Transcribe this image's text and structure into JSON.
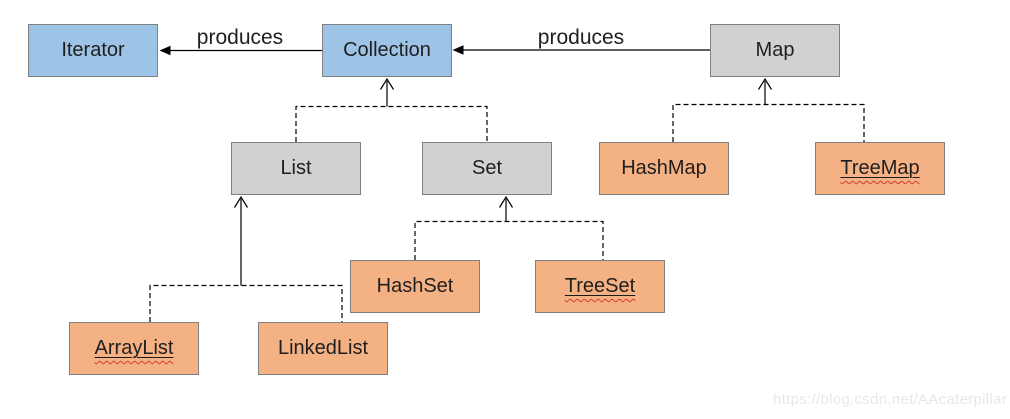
{
  "diagram": {
    "nodes": [
      {
        "id": "iterator",
        "label": "Iterator",
        "kind": "interface-blue",
        "underlined": false
      },
      {
        "id": "collection",
        "label": "Collection",
        "kind": "interface-blue",
        "underlined": false
      },
      {
        "id": "map",
        "label": "Map",
        "kind": "interface-gray",
        "underlined": false
      },
      {
        "id": "list",
        "label": "List",
        "kind": "interface-gray",
        "underlined": false
      },
      {
        "id": "set",
        "label": "Set",
        "kind": "interface-gray",
        "underlined": false
      },
      {
        "id": "hashmap",
        "label": "HashMap",
        "kind": "class-orange",
        "underlined": false
      },
      {
        "id": "treemap",
        "label": "TreeMap",
        "kind": "class-orange",
        "underlined": true
      },
      {
        "id": "hashset",
        "label": "HashSet",
        "kind": "class-orange",
        "underlined": false
      },
      {
        "id": "treeset",
        "label": "TreeSet",
        "kind": "class-orange",
        "underlined": true
      },
      {
        "id": "arraylist",
        "label": "ArrayList",
        "kind": "class-orange",
        "underlined": true
      },
      {
        "id": "linkedlist",
        "label": "LinkedList",
        "kind": "class-orange",
        "underlined": false
      }
    ],
    "edges": {
      "collection_to_iterator_label": "produces",
      "map_to_collection_label": "produces"
    },
    "colors": {
      "interface_blue": "#9DC3E6",
      "interface_gray": "#D2D0D0",
      "class_orange": "#F4B183",
      "box_border": "#808080",
      "connector": "#000000",
      "spellcheck_red": "#D83A2E",
      "watermark": "#E8E8E8"
    }
  },
  "watermark": {
    "text": "https://blog.csdn.net/AAcaterpillar"
  }
}
